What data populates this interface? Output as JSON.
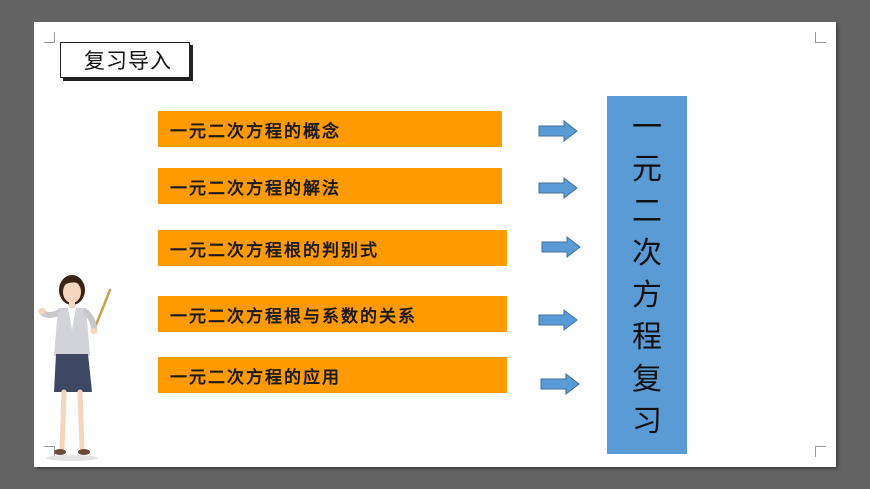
{
  "section_title": "复习导入",
  "topics": [
    "一元二次方程的概念",
    "一元二次方程的解法",
    "一元二次方程根的判别式",
    "一元二次方程根与系数的关系",
    "一元二次方程的应用"
  ],
  "side_chars": [
    "一",
    "元",
    "二",
    "次",
    "方",
    "程",
    "复",
    "习"
  ],
  "colors": {
    "topic_fill": "#FF9A00",
    "arrow_fill": "#5B9BD5",
    "side_box_fill": "#5B9BD5",
    "outer_background": "#636363"
  }
}
